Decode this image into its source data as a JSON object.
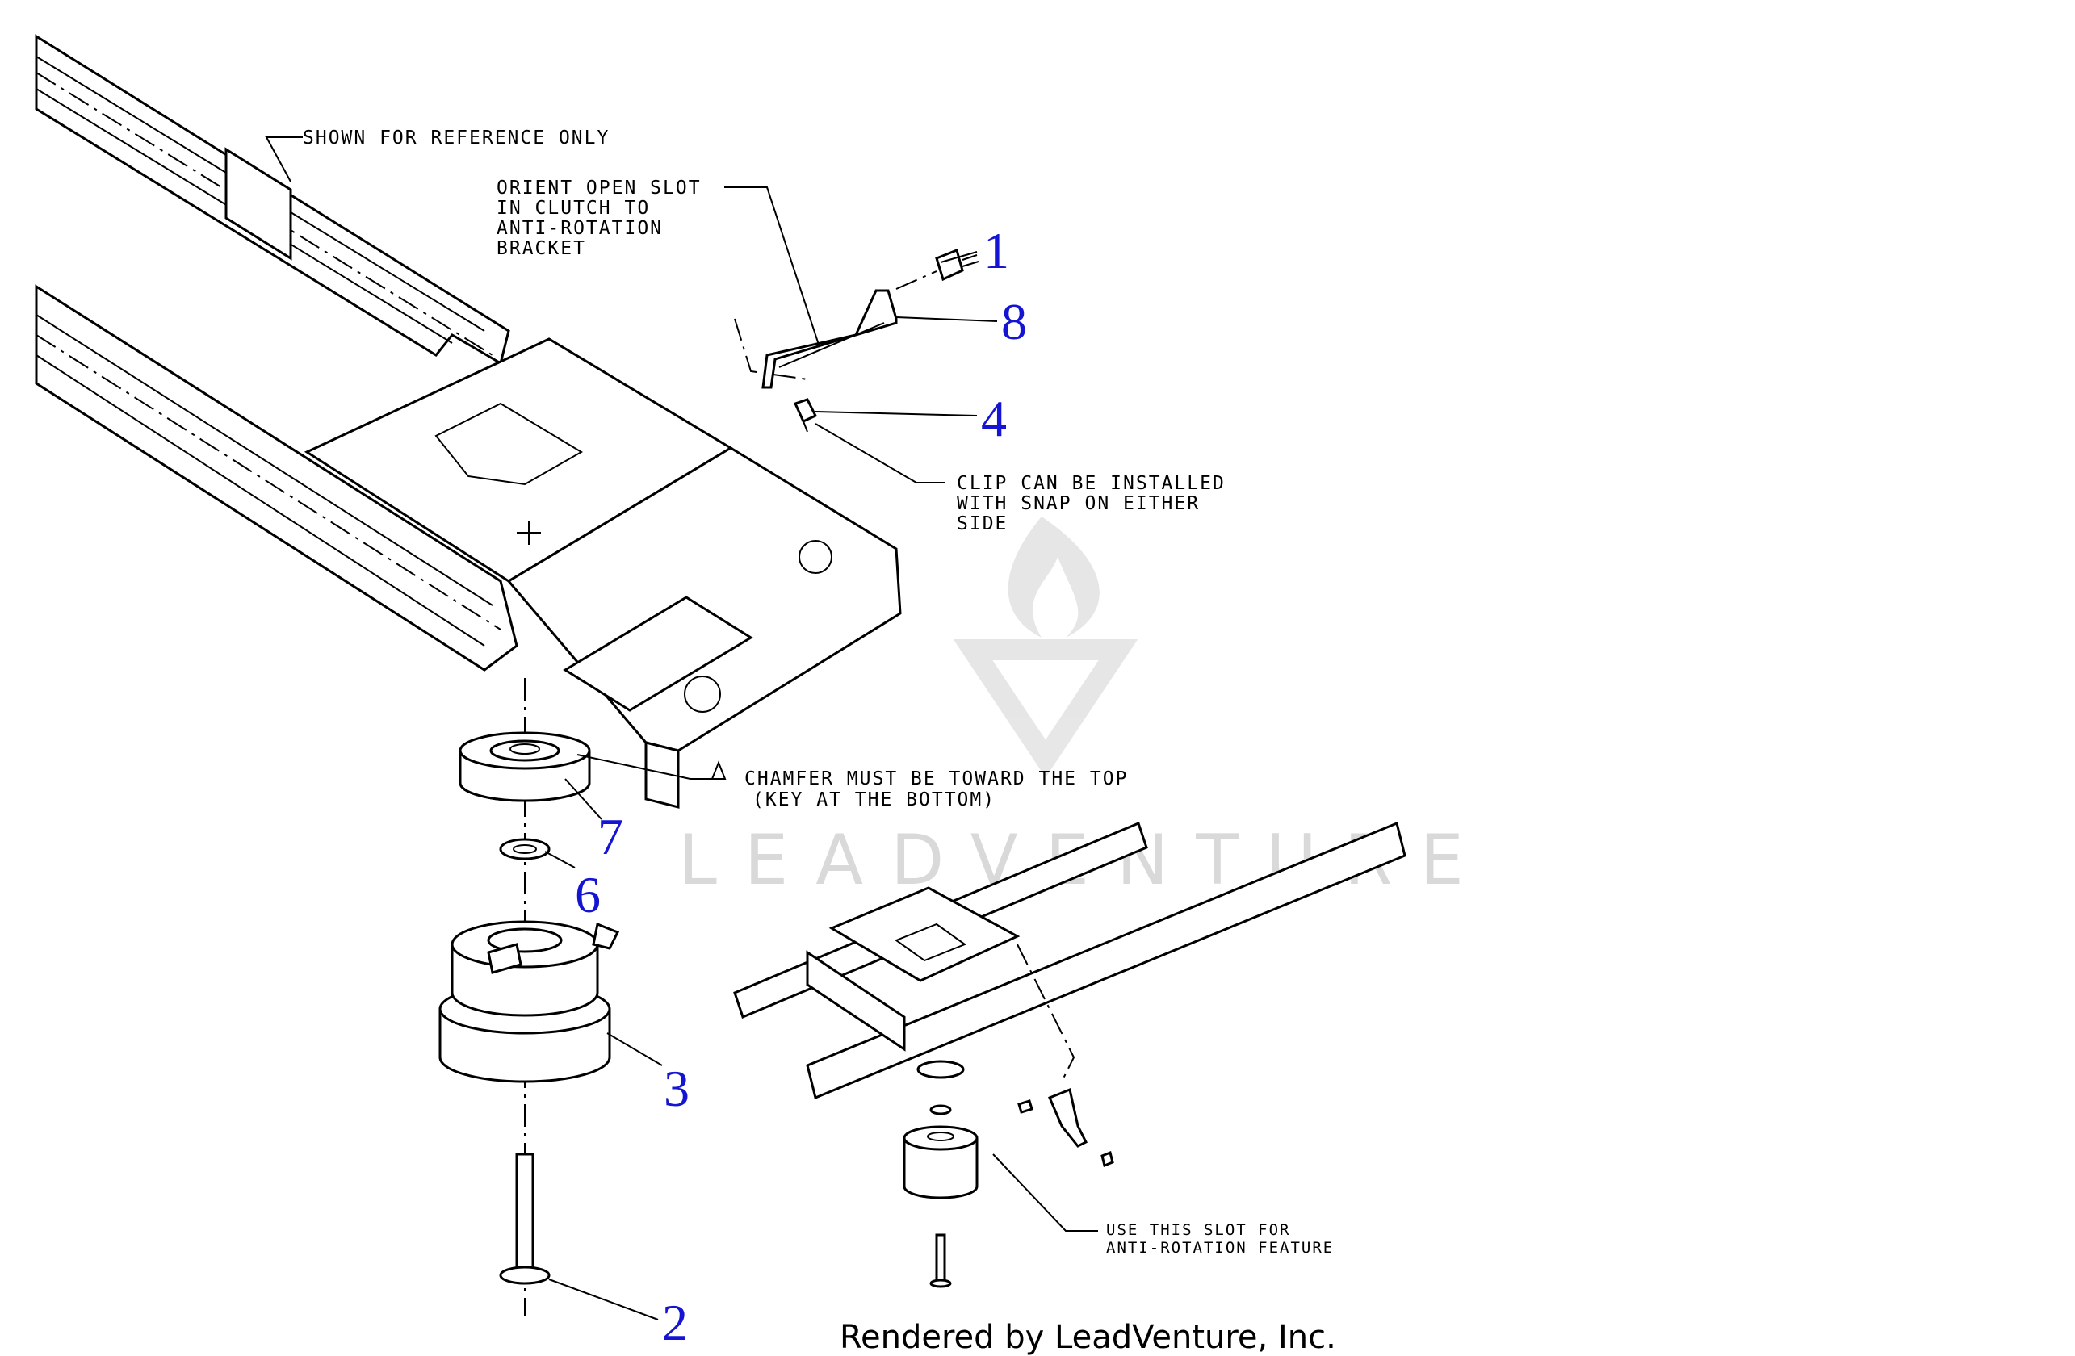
{
  "notes": {
    "reference": "SHOWN FOR REFERENCE ONLY",
    "orient": [
      "ORIENT OPEN SLOT",
      "IN CLUTCH TO",
      "ANTI-ROTATION",
      "BRACKET"
    ],
    "clip": [
      "CLIP CAN BE INSTALLED",
      "WITH SNAP ON EITHER",
      "SIDE"
    ],
    "chamfer": [
      "CHAMFER MUST BE TOWARD THE TOP",
      "(KEY AT THE BOTTOM)"
    ],
    "slot": [
      "USE THIS SLOT FOR",
      "ANTI-ROTATION FEATURE"
    ]
  },
  "callouts": [
    "1",
    "8",
    "4",
    "7",
    "6",
    "3",
    "2"
  ],
  "watermark": "LEADVENTURE",
  "credit": "Rendered by LeadVenture, Inc.",
  "colors": {
    "callout": "#1414d2",
    "line": "#000000",
    "watermark": "#d9d9d9"
  }
}
